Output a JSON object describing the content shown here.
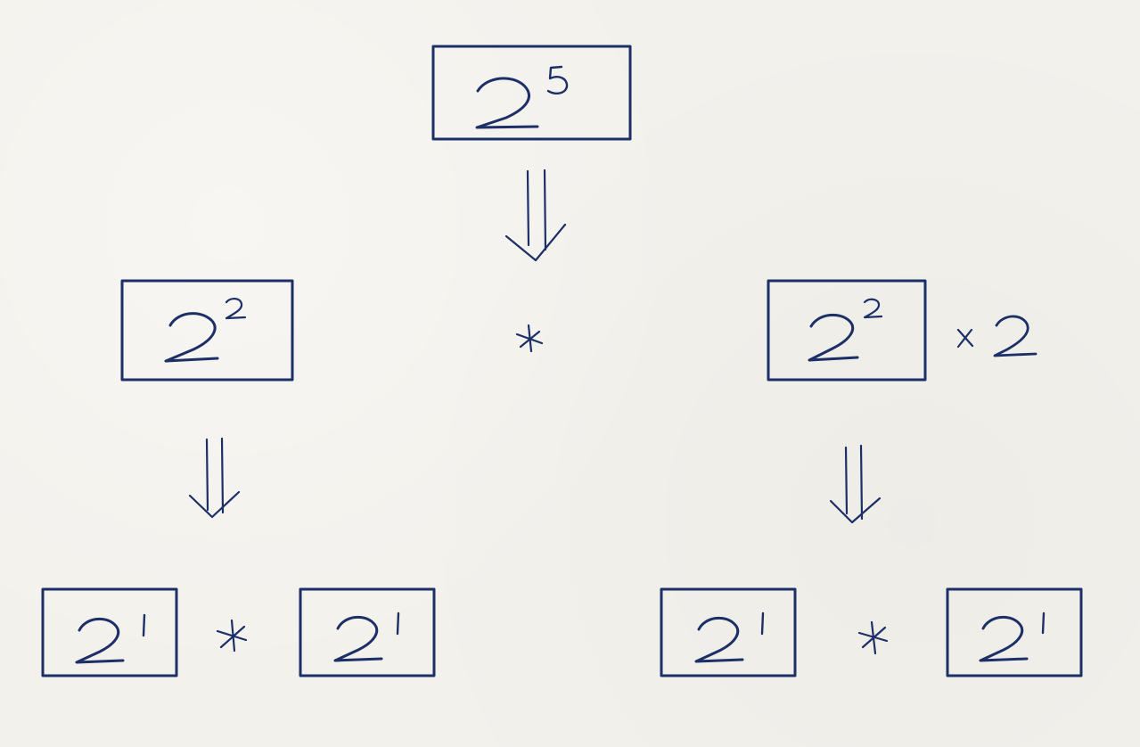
{
  "colors": {
    "ink": "#1c2f66",
    "paper": "#f3f1ec"
  },
  "diagram": {
    "root": {
      "base": "2",
      "exponent": "5"
    },
    "left_mid": {
      "base": "2",
      "exponent": "2"
    },
    "center_operator": "*",
    "right_mid": {
      "base": "2",
      "exponent": "2",
      "suffix": "x 2"
    },
    "bottom_left": [
      {
        "base": "2",
        "exponent": "1"
      },
      {
        "base": "2",
        "exponent": "1"
      }
    ],
    "bottom_left_operator": "*",
    "bottom_right": [
      {
        "base": "2",
        "exponent": "1"
      },
      {
        "base": "2",
        "exponent": "1"
      }
    ],
    "bottom_right_operator": "*"
  }
}
